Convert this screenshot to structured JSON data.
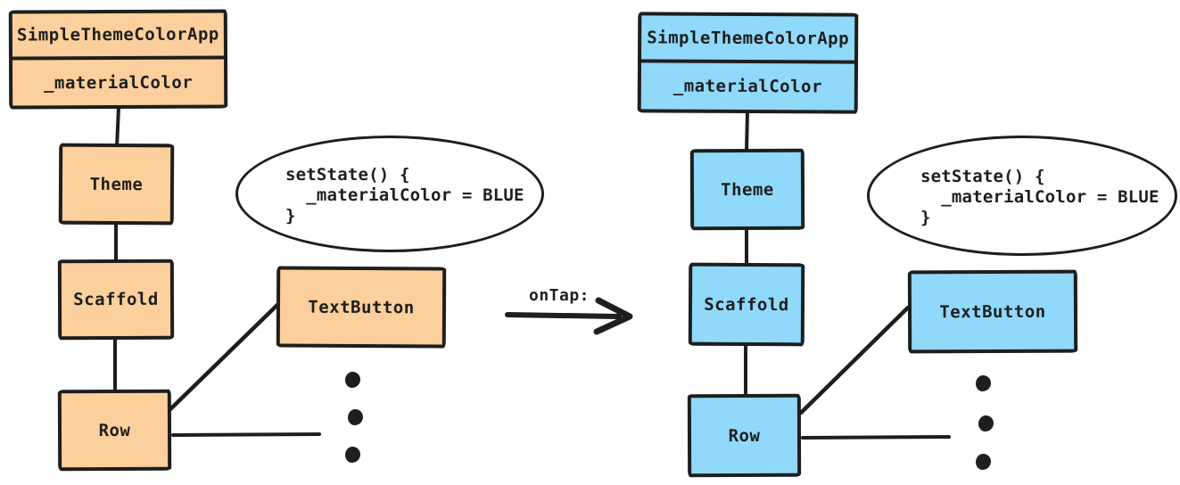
{
  "colors": {
    "before_fill": "#fcd09c",
    "after_fill": "#90d9fa",
    "stroke": "#1e1e1e",
    "background": "#ffffff"
  },
  "transition": {
    "label": "onTap:"
  },
  "before": {
    "root": {
      "title": "SimpleThemeColorApp",
      "field": "_materialColor"
    },
    "theme": "Theme",
    "scaffold": "Scaffold",
    "row": "Row",
    "text_button": "TextButton",
    "set_state": {
      "line1": "setState() {",
      "line2": "  _materialColor = BLUE",
      "line3": "}"
    }
  },
  "after": {
    "root": {
      "title": "SimpleThemeColorApp",
      "field": "_materialColor"
    },
    "theme": "Theme",
    "scaffold": "Scaffold",
    "row": "Row",
    "text_button": "TextButton",
    "set_state": {
      "line1": "setState() {",
      "line2": "  _materialColor = BLUE",
      "line3": "}"
    }
  }
}
